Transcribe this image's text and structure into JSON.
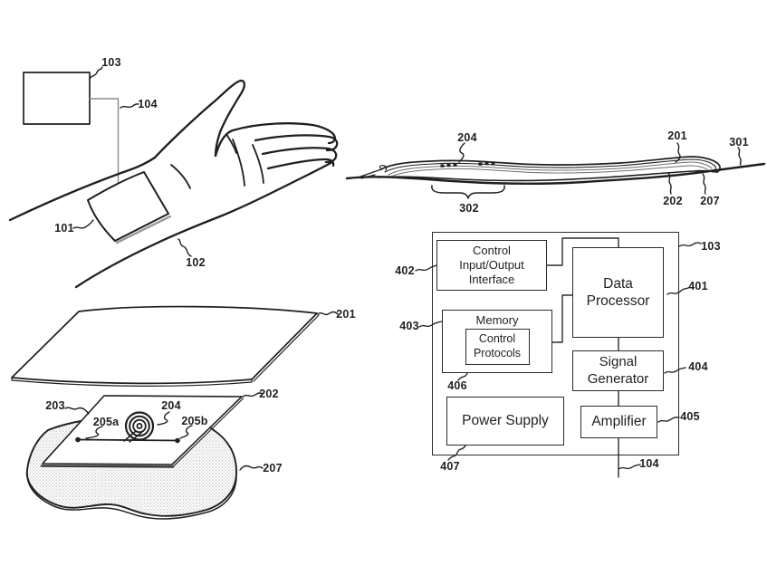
{
  "doc": {
    "kind": "patent-figure-sheet"
  },
  "colors": {
    "ink": "#1f1f1f",
    "wire_gray": "#8a8a8a",
    "pad_stipple": "#bdbdbd"
  },
  "fig_wrist": {
    "ref_103": "103",
    "ref_104": "104",
    "ref_101": "101",
    "ref_102": "102"
  },
  "fig_cross_section": {
    "ref_204": "204",
    "ref_201": "201",
    "ref_301": "301",
    "ref_202": "202",
    "ref_207": "207",
    "ref_302": "302"
  },
  "fig_exploded": {
    "ref_201": "201",
    "ref_202": "202",
    "ref_203": "203",
    "ref_204": "204",
    "ref_205a": "205a",
    "ref_205b": "205b",
    "ref_207": "207"
  },
  "fig_block": {
    "ref_103": "103",
    "ref_402": "402",
    "ref_401": "401",
    "ref_403": "403",
    "ref_406": "406",
    "ref_404": "404",
    "ref_405": "405",
    "ref_407": "407",
    "ref_104": "104",
    "boxes": {
      "control_io": "Control Input/Output Interface",
      "data_processor": "Data Processor",
      "memory": "Memory",
      "control_protocols": "Control Protocols",
      "signal_generator": "Signal Generator",
      "power_supply": "Power Supply",
      "amplifier": "Amplifier"
    }
  }
}
